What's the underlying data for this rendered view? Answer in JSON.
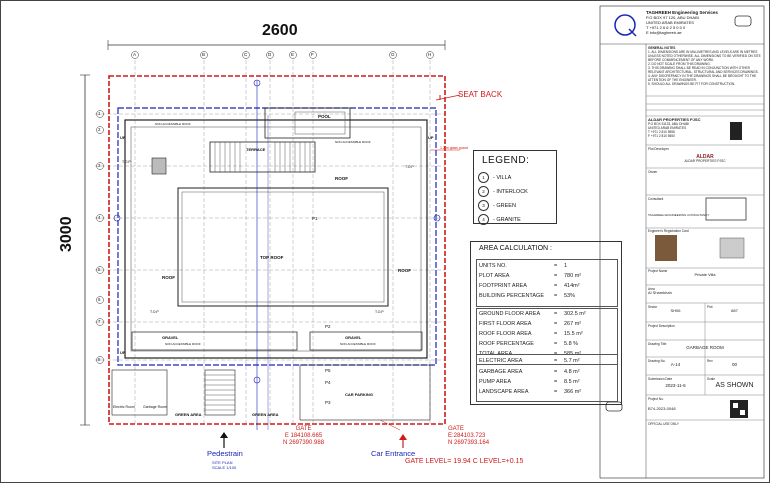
{
  "dimensions": {
    "width_label": "2600",
    "height_label": "3000"
  },
  "grid_labels": {
    "top": [
      "A",
      "B",
      "C",
      "D",
      "E",
      "F",
      "G",
      "H"
    ],
    "left": [
      "1",
      "2",
      "3",
      "4",
      "5",
      "6",
      "7",
      "8"
    ]
  },
  "plan_labels": {
    "seat_back": "SEAT BACK",
    "pool": "POOL",
    "terrace": "TERRACE",
    "roof": "ROOF",
    "top_roof": "TOP ROOF",
    "gravel": "GRAVEL",
    "green_area": "GREEN AREA",
    "car_parking": "CAR PARKING",
    "p1": "P1",
    "p2": "P2",
    "p3": "P3",
    "p4": "P4",
    "p5": "P5",
    "electric_room": "Electric Room",
    "garbage_room": "Garbage Room",
    "non_accessible_roof": "NON ACCESSIBLE ROOF",
    "glass_guard_note": "1.2 m glass guard",
    "up": "UP",
    "tos": "T.O.P"
  },
  "legend": {
    "title": "LEGEND:",
    "items": [
      {
        "num": "1",
        "label": "- VILLA"
      },
      {
        "num": "2",
        "label": "- INTERLOCK"
      },
      {
        "num": "3",
        "label": "- GREEN"
      },
      {
        "num": "4",
        "label": "- GRANITE"
      }
    ]
  },
  "area_calc": {
    "title": "AREA CALCULATION :",
    "rows_top": [
      {
        "label": "UNITS NO.",
        "value": "1"
      },
      {
        "label": "PLOT AREA",
        "value": "780 m²"
      },
      {
        "label": "FOOTPRINT AREA",
        "value": "414m²"
      },
      {
        "label": "BUILDING PERCENTAGE",
        "value": "53%"
      }
    ],
    "rows_mid": [
      {
        "label": "GROUND FLOOR AREA",
        "value": "302.5 m²"
      },
      {
        "label": "FIRST FLOOR AREA",
        "value": "267 m²"
      },
      {
        "label": "ROOF FLOOR AREA",
        "value": "15.5 m²"
      },
      {
        "label": "ROOF PERCENTAGE",
        "value": "5.8 %"
      },
      {
        "label": "TOTAL AREA",
        "value": "585 m²"
      }
    ],
    "rows_bottom": [
      {
        "label": "ELECTRIC AREA",
        "value": "5.7 m²"
      },
      {
        "label": "GARBAGE AREA",
        "value": "4.8 m²"
      },
      {
        "label": "PUMP AREA",
        "value": "8.5 m²"
      },
      {
        "label": "LANDSCAPE AREA",
        "value": "366 m²"
      }
    ]
  },
  "gates": {
    "gate_left": {
      "title": "GATE",
      "e": "E 184108.665",
      "n": "N 2697390.988"
    },
    "gate_right": {
      "title": "GATE",
      "e": "E:284103.723",
      "n": "N 2697393.164"
    },
    "pedestrain": "Pedestrain",
    "car_entrance": "Car Entrance",
    "gate_level": "GATE LEVEL= 19.94 C LEVEL=+0.15",
    "site_plan": "SITE PLAN",
    "scale": "SCALE 1/100"
  },
  "header_firm": {
    "name": "TAGHREEH Engineering Services",
    "lines": [
      "P.O BOX 97 120, ABU DHABI",
      "UNITED ARAB EMIRATES",
      "T +971 2 6 6 2 5 0 0 0",
      "E info@taghreeh.ae"
    ]
  },
  "title_block": {
    "general_notes_title": "GENERAL NOTES",
    "notes": [
      "1. ALL DIMENSIONS ARE IN MILLIMETRES AND LEVELS ARE IN METRES UNLESS NOTED OTHERWISE. ALL DIMENSIONS TO BE VERIFIED ON SITE BEFORE COMMENCEMENT OF ANY WORK.",
      "2. DO NOT SCALE FROM THIS DRAWING.",
      "3. THIS DRAWING SHALL BE READ IN CONJUNCTION WITH OTHER RELEVANT ARCHITECTURAL, STRUCTURAL AND SERVICES DRAWINGS.",
      "4. ANY DISCREPANCY IN THE DRAWINGS SHALL BE BROUGHT TO THE ATTENTION OF THE ENGINEER.",
      "5. SHOULD ALL DRAWINGS BE FIT FOR CONSTRUCTION."
    ],
    "client_name": "ALDAR PROPERTIES PJSC",
    "client_lines": [
      "P.O BOX 51133, ABU DHABI",
      "UNITED ARAB EMIRATES",
      "T +971 2 810 5555",
      "F +971 2 810 5550"
    ],
    "developer_label": "Plot Developer",
    "developer_name": "ALDAR",
    "developer_sub": "ALDAR PROPERTIES PJSC",
    "owner_label": "Owner",
    "consultant_label": "Consultant",
    "consultant_name": "TAGHREEH ENGINEERING CONSULTANCY",
    "engineer_label": "Engineer's Registration Card",
    "project_label": "Project Name",
    "project_value": "Private Villa",
    "area_label": "Area",
    "area_value": "Al Shamkhah",
    "sector_label": "Sector",
    "sector_value": "SH06",
    "plot_label": "Plot",
    "plot_value": "687",
    "desc_label": "Project Description",
    "drawing_title_label": "Drawing Title",
    "drawing_title": "GARBAGE ROOM",
    "drawing_no_label": "Drawing No.",
    "drawing_no": "A-14",
    "rev_label": "Rev",
    "rev": "00",
    "date_label": "Submission Date",
    "date": "2023-11-6",
    "scale_label": "Scale",
    "scale": "AS SHOWN",
    "project_no_label": "Project No.",
    "project_no": "B74-2023-0048",
    "official_use": "OFFICIAL USE ONLY"
  },
  "colors": {
    "red": "#d11a1a",
    "blue": "#1a24b8",
    "line": "#222222"
  }
}
